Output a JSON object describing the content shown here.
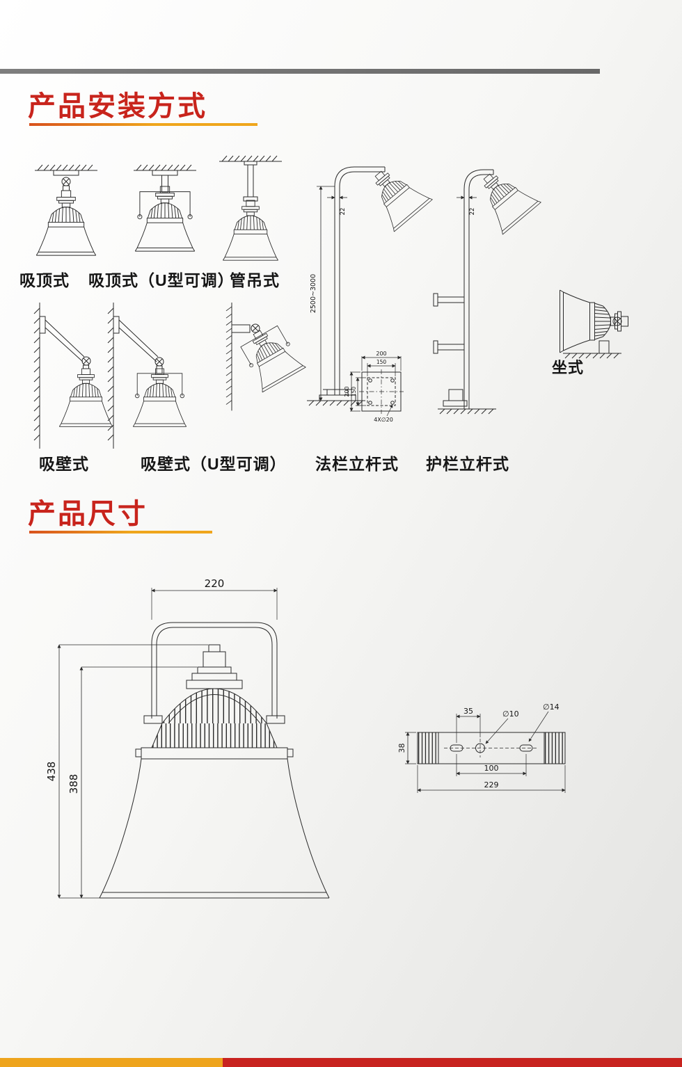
{
  "headings": {
    "installation": "产品安装方式",
    "dimensions": "产品尺寸"
  },
  "installation": {
    "row1_labels": [
      "吸顶式",
      "吸顶式（U型可调）",
      "管吊式"
    ],
    "row2_labels": [
      "吸壁式",
      "吸壁式（U型可调）",
      "法栏立杆式",
      "护栏立杆式"
    ],
    "seat_label": "坐式",
    "pole": {
      "height_range": "2500~3000",
      "arm_offset_left": "22",
      "arm_offset_right": "22"
    },
    "base_plate": {
      "outer_width": "200",
      "inner_width": "150",
      "outer_height": "200",
      "inner_height": "150",
      "holes": "4X∅20"
    }
  },
  "product_dimensions": {
    "front_view": {
      "top_width": "220",
      "overall_height": "438",
      "body_height": "388"
    },
    "side_view": {
      "hole_offset": "35",
      "slot_diameter": "∅10",
      "hole_diameter": "∅14",
      "bracket_height": "38",
      "hole_spacing": "100",
      "overall_width": "229"
    }
  },
  "colors": {
    "heading_red": "#c8241c",
    "underline_orange": "#efa61c",
    "top_bar_gray": "#6f6f6f",
    "footer_orange": "#eea41d",
    "footer_red": "#c8231f",
    "line_ink": "#2a2a2a"
  }
}
